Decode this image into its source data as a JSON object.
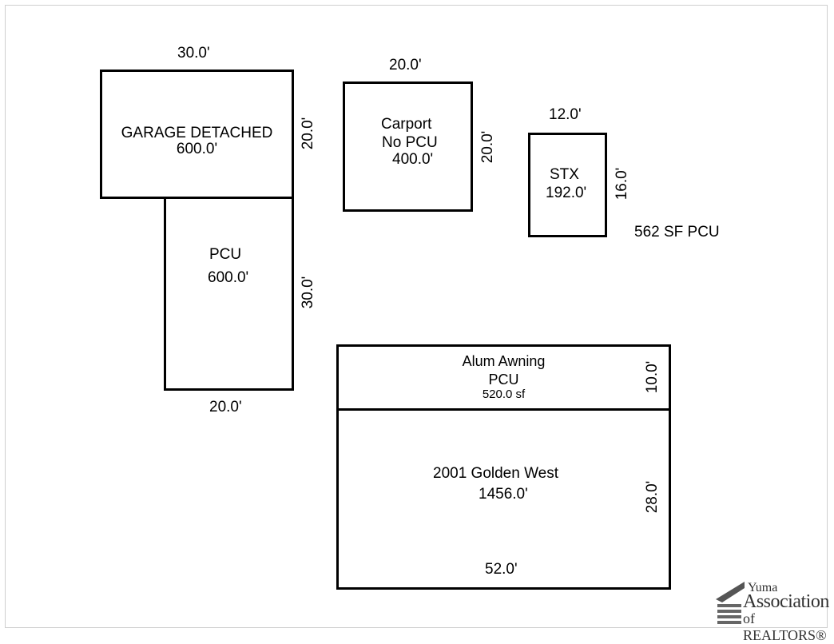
{
  "garage": {
    "width": "30.0'",
    "height": "20.0'",
    "name": "GARAGE DETACHED",
    "area": "600.0'"
  },
  "pcu": {
    "name": "PCU",
    "area": "600.0'",
    "height": "30.0'",
    "width": "20.0'"
  },
  "carport": {
    "width": "20.0'",
    "height": "20.0'",
    "line1": "Carport",
    "line2": "No PCU",
    "area": "400.0'"
  },
  "stx": {
    "width": "12.0'",
    "height": "16.0'",
    "name": "STX",
    "area": "192.0'"
  },
  "summary": "562 SF PCU",
  "awning": {
    "line1": "Alum Awning",
    "line2": "PCU",
    "area": "520.0 sf",
    "height": "10.0'"
  },
  "home": {
    "name": "2001 Golden West",
    "area": "1456.0'",
    "height": "28.0'",
    "width": "52.0'"
  },
  "logo": {
    "line1": "Yuma",
    "line2": "Association",
    "line3": "of REALTORS®"
  }
}
